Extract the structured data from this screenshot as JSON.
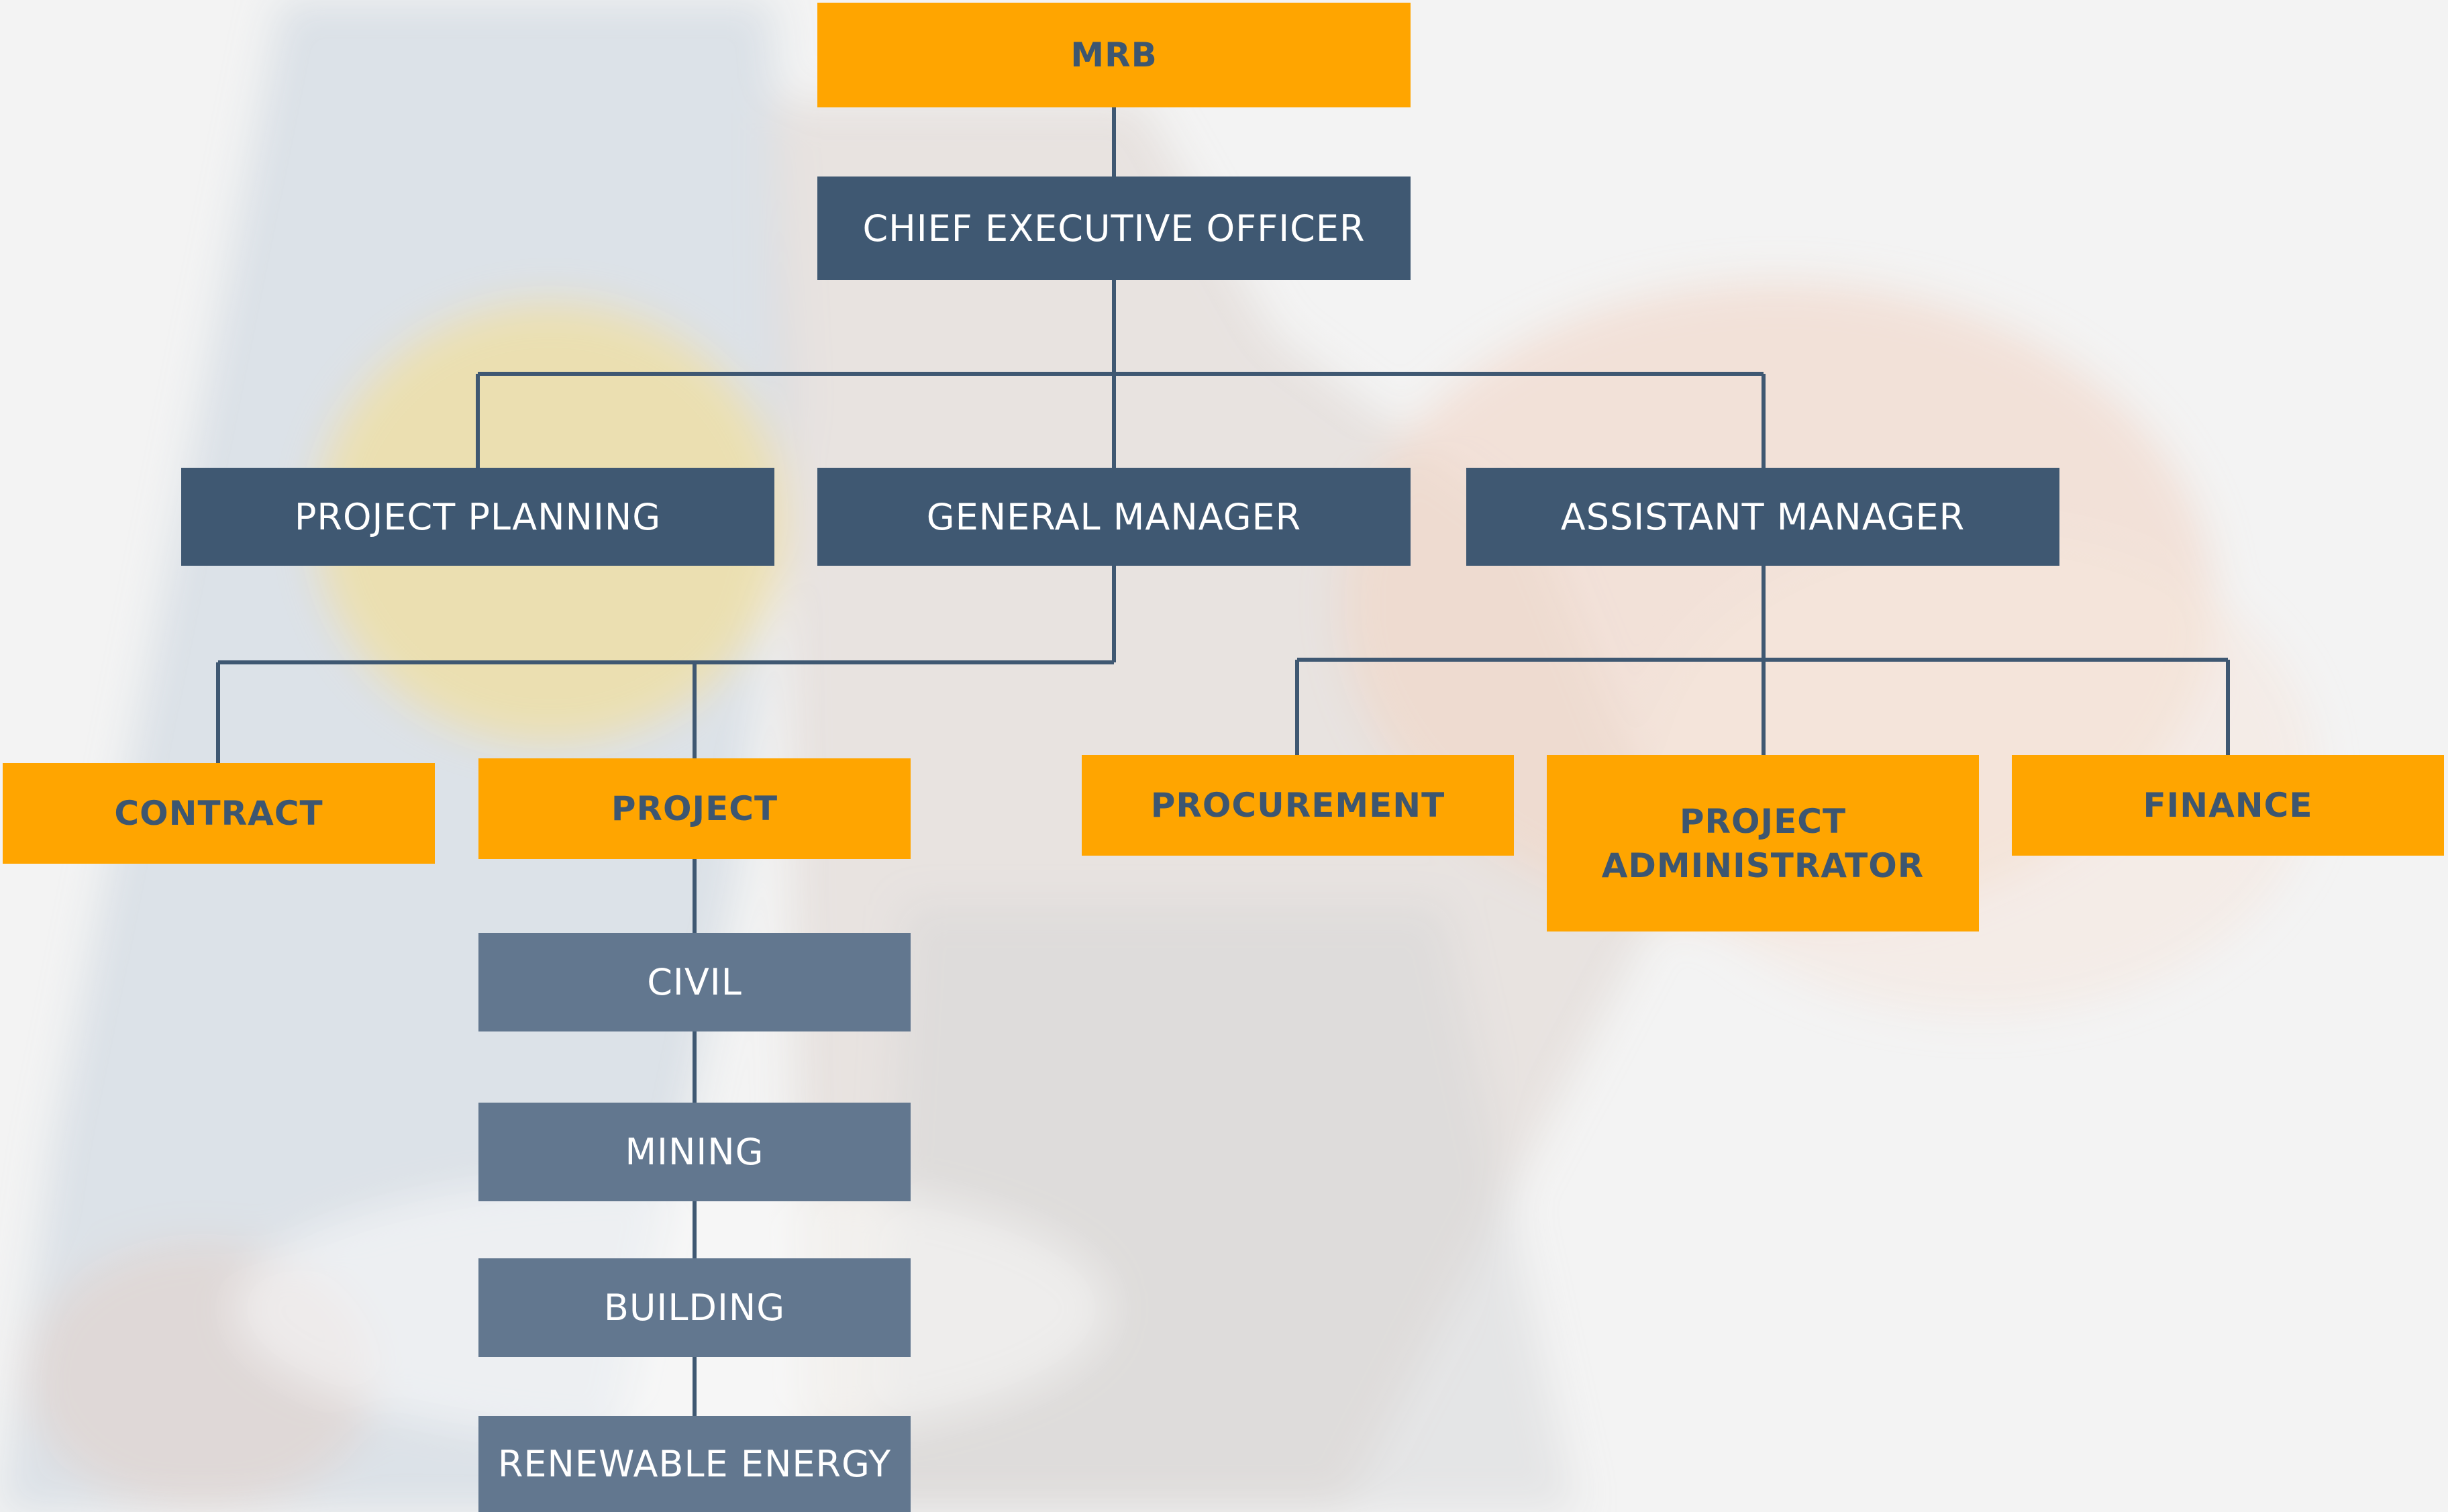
{
  "org_chart": {
    "top": "MRB",
    "ceo": "CHIEF EXECUTIVE OFFICER",
    "level2": {
      "planning": "PROJECT PLANNING",
      "gm": "GENERAL MANAGER",
      "am": "ASSISTANT MANAGER"
    },
    "gm_reports": {
      "contract": "CONTRACT",
      "project": "PROJECT"
    },
    "am_reports": {
      "procurement": "PROCUREMENT",
      "admin_line1": "PROJECT",
      "admin_line2": "ADMINISTRATOR",
      "finance": "FINANCE"
    },
    "project_units": [
      "CIVIL",
      "MINING",
      "BUILDING",
      "RENEWABLE ENERGY"
    ]
  },
  "colors": {
    "orange": "#ffa500",
    "navy": "#3f5872",
    "slate": "#62778f",
    "connector": "#3f5872",
    "orange_text": "#3d5670"
  }
}
